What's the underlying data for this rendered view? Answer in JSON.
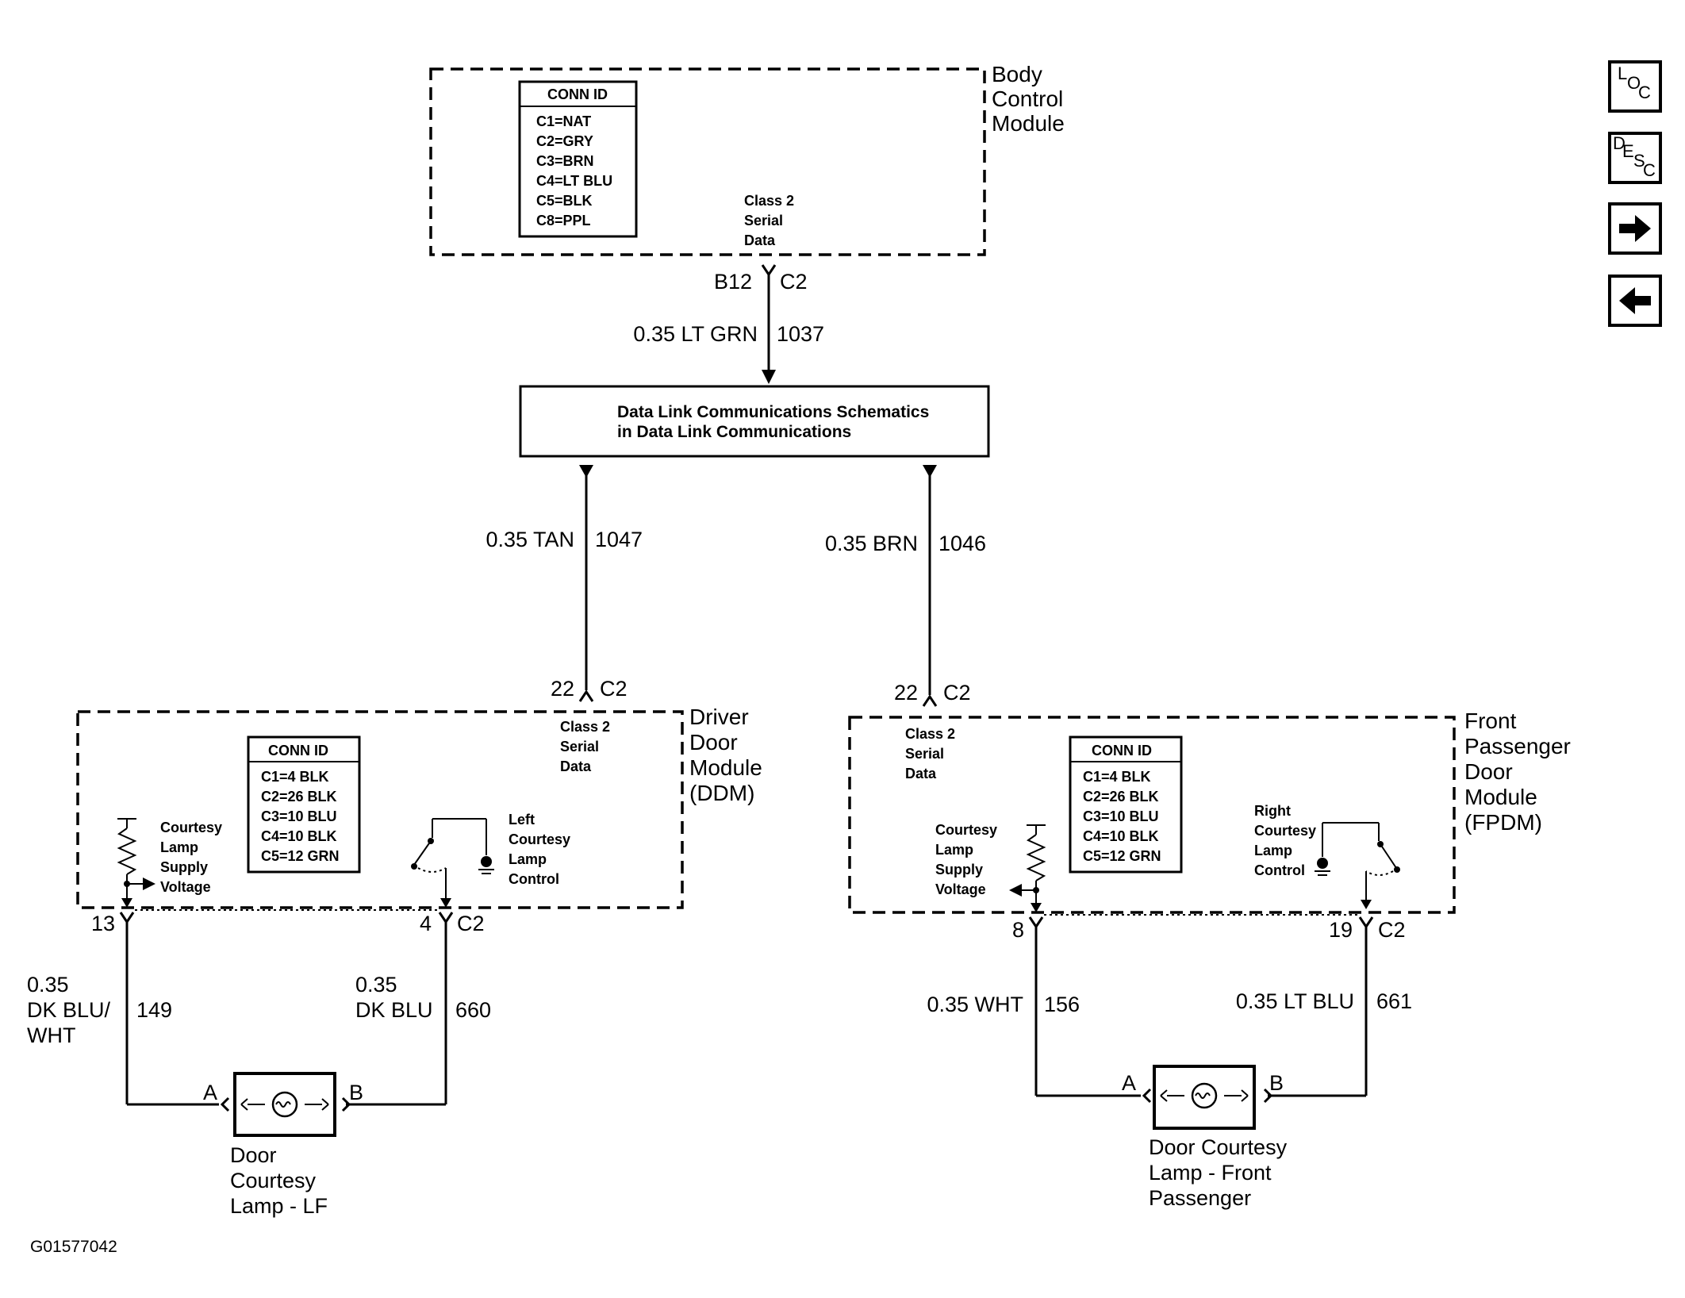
{
  "bcm": {
    "name_lines": [
      "Body",
      "Control",
      "Module"
    ],
    "class2_lines": [
      "Class 2",
      "Serial",
      "Data"
    ],
    "conn_title": "CONN ID",
    "conn_items": [
      "C1=NAT",
      "C2=GRY",
      "C3=BRN",
      "C4=LT BLU",
      "C5=BLK",
      "C8=PPL"
    ]
  },
  "bcm_terminal": {
    "pin": "B12",
    "conn": "C2"
  },
  "wire_1037": {
    "gauge_color": "0.35 LT GRN",
    "circuit": "1037"
  },
  "data_link": {
    "lines": [
      "Data Link Communications Schematics",
      "in Data Link Communications"
    ]
  },
  "wire_1047": {
    "gauge_color": "0.35 TAN",
    "circuit": "1047"
  },
  "wire_1046": {
    "gauge_color": "0.35 BRN",
    "circuit": "1046"
  },
  "ddm": {
    "name_lines": [
      "Driver",
      "Door",
      "Module",
      "(DDM)"
    ],
    "pin_top": "22",
    "conn_top": "C2",
    "class2_lines": [
      "Class 2",
      "Serial",
      "Data"
    ],
    "conn_title": "CONN ID",
    "conn_items": [
      "C1=4 BLK",
      "C2=26 BLK",
      "C3=10 BLU",
      "C4=10 BLK",
      "C5=12 GRN"
    ],
    "supply_lines": [
      "Courtesy",
      "Lamp",
      "Supply",
      "Voltage"
    ],
    "control_lines": [
      "Left",
      "Courtesy",
      "Lamp",
      "Control"
    ],
    "pin_a": "13",
    "pin_b": "4",
    "conn_bottom": "C2"
  },
  "fpdm": {
    "name_lines": [
      "Front",
      "Passenger",
      "Door",
      "Module",
      "(FPDM)"
    ],
    "pin_top": "22",
    "conn_top": "C2",
    "class2_lines": [
      "Class 2",
      "Serial",
      "Data"
    ],
    "conn_title": "CONN ID",
    "conn_items": [
      "C1=4 BLK",
      "C2=26 BLK",
      "C3=10 BLU",
      "C4=10 BLK",
      "C5=12 GRN"
    ],
    "supply_lines": [
      "Courtesy",
      "Lamp",
      "Supply",
      "Voltage"
    ],
    "control_lines": [
      "Right",
      "Courtesy",
      "Lamp",
      "Control"
    ],
    "pin_a": "8",
    "pin_b": "19",
    "conn_bottom": "C2"
  },
  "wire_149": {
    "gauge_color_lines": [
      "0.35",
      "DK BLU/",
      "WHT"
    ],
    "circuit": "149"
  },
  "wire_660": {
    "gauge_color_lines": [
      "0.35",
      "DK BLU"
    ],
    "circuit": "660"
  },
  "wire_156": {
    "gauge_color": "0.35 WHT",
    "circuit": "156"
  },
  "wire_661": {
    "gauge_color": "0.35 LT BLU",
    "circuit": "661"
  },
  "lamp_lf": {
    "term_a": "A",
    "term_b": "B",
    "name_lines": [
      "Door",
      "Courtesy",
      "Lamp - LF"
    ]
  },
  "lamp_fp": {
    "term_a": "A",
    "term_b": "B",
    "name_lines": [
      "Door Courtesy",
      "Lamp - Front",
      "Passenger"
    ]
  },
  "figure_id": "G01577042",
  "nav": {
    "loc": [
      "L",
      "O",
      "C"
    ],
    "desc": [
      "D",
      "E",
      "S",
      "C"
    ],
    "next_icon": "right-arrow-icon",
    "prev_icon": "left-arrow-icon"
  }
}
